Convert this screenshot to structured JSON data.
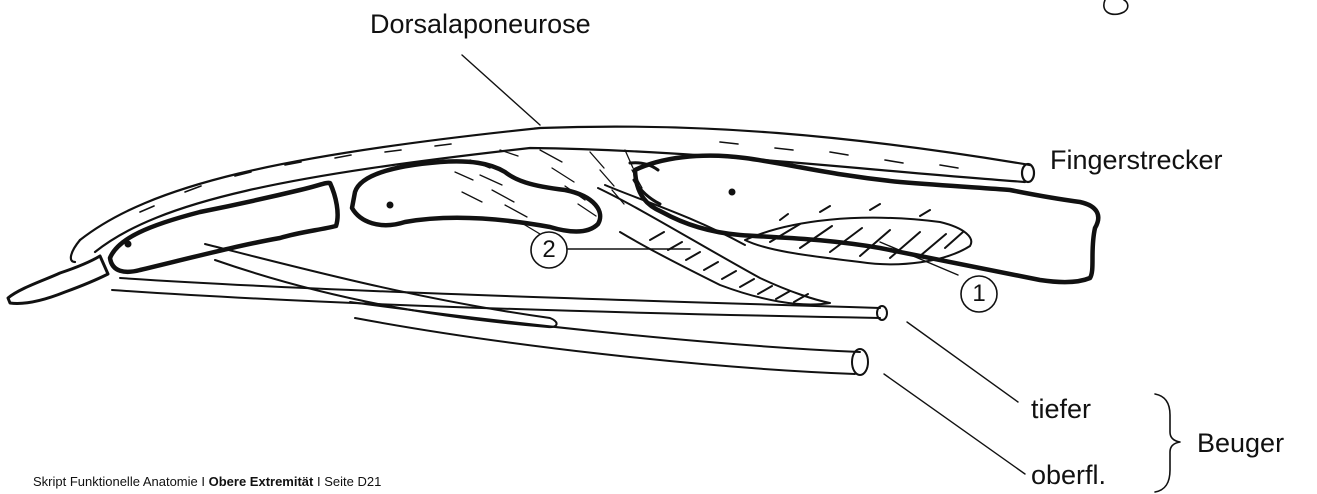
{
  "labels": {
    "dorsal": "Dorsalaponeurose",
    "extensor": "Fingerstrecker",
    "deep": "tiefer",
    "superficial": "oberfl.",
    "flexor": "Beuger",
    "marker_1": "1",
    "marker_2": "2"
  },
  "footer": {
    "title": "Skript Funktionelle Anatomie",
    "sep1": " I ",
    "section": "Obere Extremität",
    "sep2": " I ",
    "page": "Seite D21"
  }
}
